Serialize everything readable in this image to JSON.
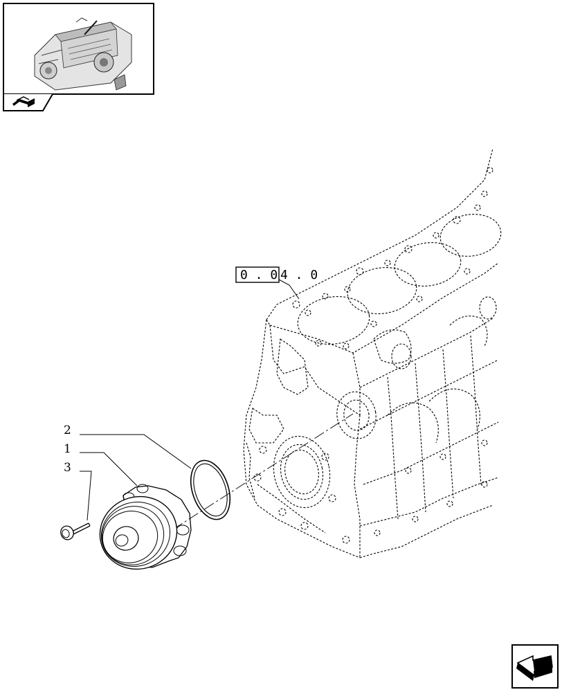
{
  "callouts": {
    "item_1": "1",
    "item_2": "2",
    "item_3": "3"
  },
  "reference": {
    "boxed": "0 . 0",
    "rest": "4 . 0"
  },
  "icons": {
    "thumbnail": "engine-thumbnail-icon",
    "section": "section-book-icon",
    "navigation": "next-page-arrow-icon"
  }
}
